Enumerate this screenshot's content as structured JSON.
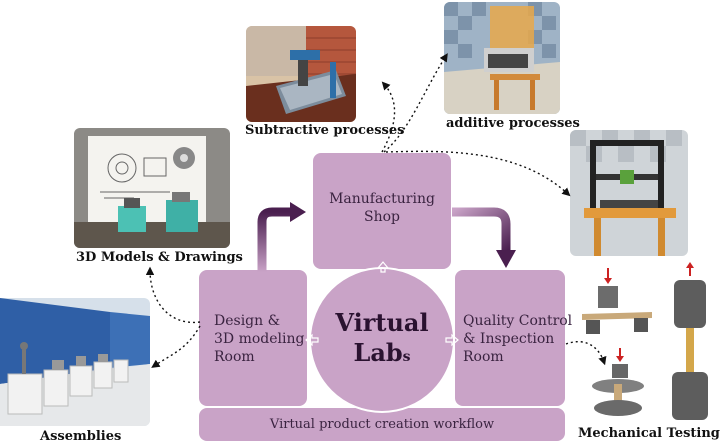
{
  "boxes": {
    "manufacturing": {
      "line1": "Manufacturing",
      "line2": "Shop"
    },
    "design": {
      "line1": "Design &",
      "line2": "3D modeling",
      "line3": "Room"
    },
    "quality": {
      "line1": "Quality Control",
      "line2": "& Inspection",
      "line3": "Room"
    },
    "workflow": "Virtual product creation workflow",
    "center_line1": "Virtual",
    "center_line2_main": "Lab",
    "center_line2_sub": "s"
  },
  "captions": {
    "subtractive": "Subtractive processes",
    "additive": "additive processes",
    "models": "3D Models & Drawings",
    "assemblies": "Assemblies",
    "testing": "Mechanical Testing"
  },
  "colors": {
    "box_fill": "#c9a3c7",
    "arrow_dark": "#4a1f4f",
    "arrow_light": "#c9a3c7"
  },
  "images": {
    "cnc": "cnc-mill-icon",
    "additive_machine": "resin-3d-printer-icon",
    "fdm_printer": "fdm-3d-printer-icon",
    "drawing_board": "drawing-board-icon",
    "assembly_room": "assembly-room-icon",
    "test_rigs": "mechanical-test-rig-icon"
  }
}
